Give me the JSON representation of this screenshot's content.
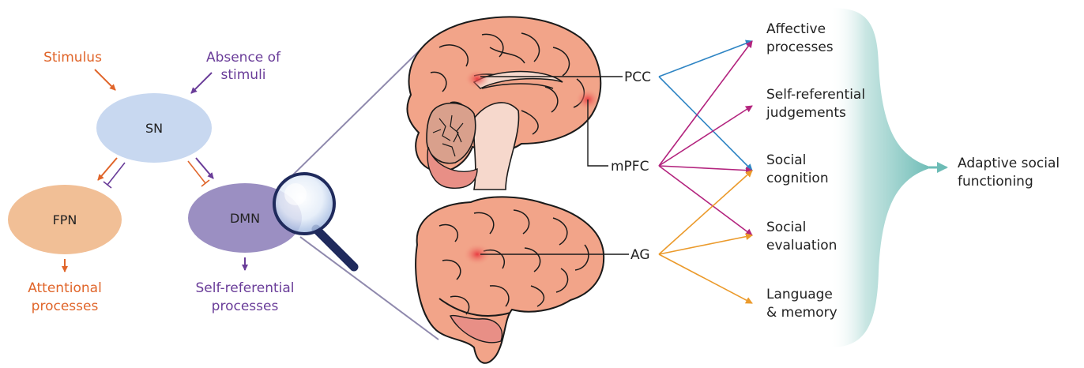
{
  "colors": {
    "orange": "#e0652a",
    "purple": "#6a3d99",
    "sn_fill": "#c8d8f0",
    "fpn_fill": "#f1bf96",
    "dmn_fill": "#9b8fc2",
    "blue": "#2f85c4",
    "magenta": "#b3247e",
    "amber": "#eb9a2b",
    "teal": "#6dbcb6",
    "brain_fill": "#f2a489",
    "brain_line": "#1a1a1a"
  },
  "left": {
    "stimulus": "Stimulus",
    "absence_line1": "Absence of",
    "absence_line2": "stimuli",
    "sn": "SN",
    "fpn": "FPN",
    "dmn": "DMN",
    "attentional_line1": "Attentional",
    "attentional_line2": "processes",
    "selfref_line1": "Self-referential",
    "selfref_line2": "processes"
  },
  "regions": {
    "pcc": "PCC",
    "mpfc": "mPFC",
    "ag": "AG"
  },
  "outcomes": [
    {
      "line1": "Affective",
      "line2": "processes"
    },
    {
      "line1": "Self-referential",
      "line2": "judgements"
    },
    {
      "line1": "Social",
      "line2": "cognition"
    },
    {
      "line1": "Social",
      "line2": "evaluation"
    },
    {
      "line1": "Language",
      "line2": "& memory"
    }
  ],
  "final": {
    "line1": "Adaptive social",
    "line2": "functioning"
  }
}
